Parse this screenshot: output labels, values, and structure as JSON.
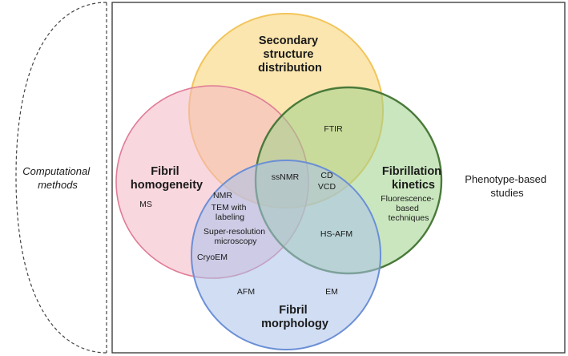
{
  "left_panel": {
    "label_lines": [
      "Computational",
      "methods"
    ]
  },
  "right_panel": {
    "label_lines": [
      "Phenotype-based",
      "studies"
    ]
  },
  "circles": [
    {
      "id": "secondary",
      "title_lines": [
        "Secondary",
        "structure",
        "distribution"
      ],
      "fill": "#f9d77e",
      "stroke": "#f2c45a"
    },
    {
      "id": "homogeneity",
      "title_lines": [
        "Fibril",
        "homogeneity"
      ],
      "fill": "#f4b7c4",
      "stroke": "#e07b96"
    },
    {
      "id": "kinetics",
      "title_lines": [
        "Fibrillation",
        "kinetics"
      ],
      "fill": "#9fd18a",
      "stroke": "#4a7a3a"
    },
    {
      "id": "morphology",
      "title_lines": [
        "Fibril",
        "morphology"
      ],
      "fill": "#a9c1ea",
      "stroke": "#6b8fd6"
    }
  ],
  "techniques": {
    "ftir": "FTIR",
    "ssnmr": "ssNMR",
    "cd": "CD",
    "vcd": "VCD",
    "fluorescence_lines": [
      "Fluorescence-",
      "based",
      "techniques"
    ],
    "ms": "MS",
    "nmr": "NMR",
    "tem_lines": [
      "TEM with",
      "labeling"
    ],
    "super_resolution_lines": [
      "Super-resolution",
      "microscopy"
    ],
    "cryoem": "CryoEM",
    "hs_afm": "HS-AFM",
    "afm": "AFM",
    "em": "EM"
  },
  "colors": {
    "frame": "#333333",
    "bracket": "#444444"
  }
}
